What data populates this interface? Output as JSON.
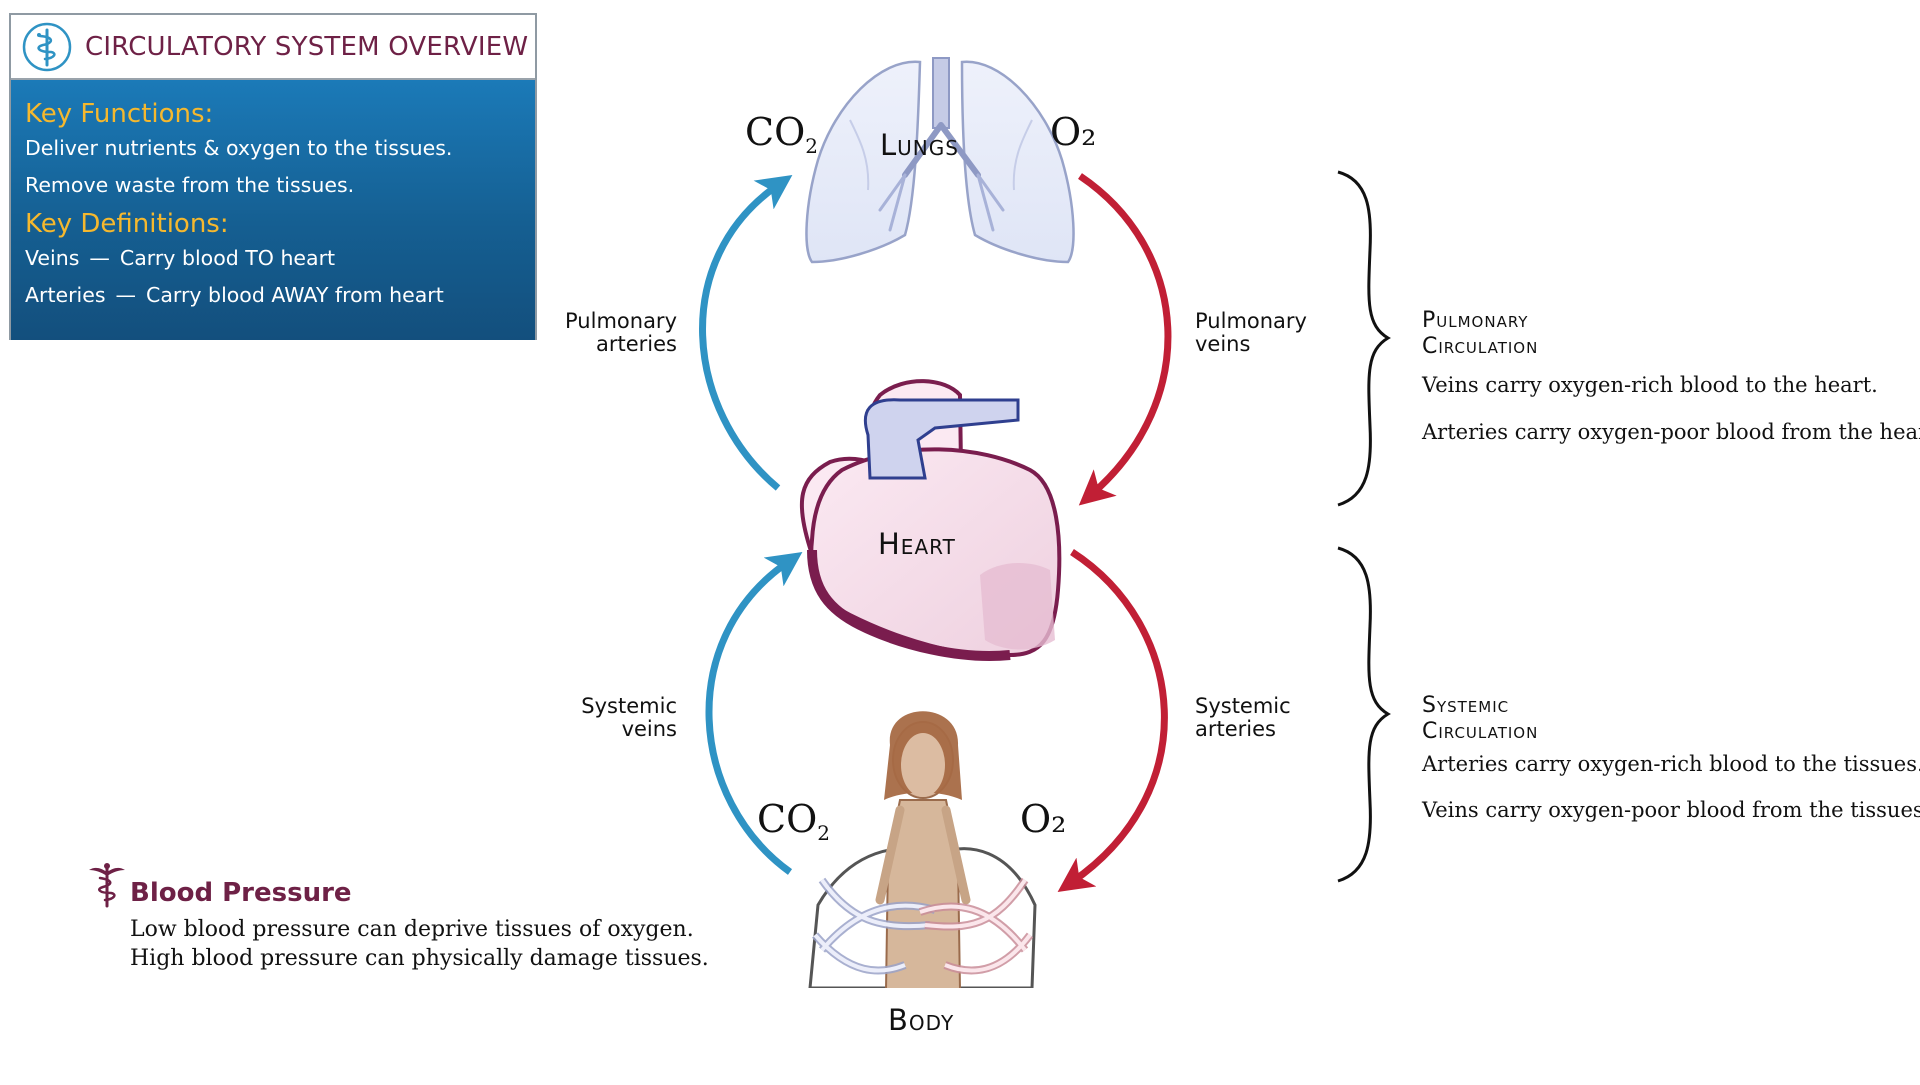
{
  "info_box": {
    "title": "CIRCULATORY SYSTEM OVERVIEW",
    "logo_icon": "rod-of-asclepius-icon",
    "key_functions_heading": "Key Functions:",
    "functions": [
      "Deliver nutrients & oxygen to the tissues.",
      "Remove waste from the tissues."
    ],
    "key_definitions_heading": "Key Definitions:",
    "definitions": [
      {
        "term": "Veins",
        "dash": "—",
        "definition": "Carry blood TO heart"
      },
      {
        "term": "Arteries",
        "dash": "—",
        "definition": "Carry blood AWAY from heart"
      }
    ]
  },
  "blood_pressure": {
    "icon": "caduceus-icon",
    "title": "Blood Pressure",
    "lines": [
      "Low blood pressure can deprive tissues of oxygen.",
      "High blood pressure can physically damage tissues."
    ]
  },
  "organs": {
    "lungs": "Lungs",
    "heart": "Heart",
    "body": "Body"
  },
  "gases": {
    "top_left": {
      "main": "CO",
      "sub": "2"
    },
    "top_right": "O₂",
    "bottom_left": {
      "main": "CO",
      "sub": "2"
    },
    "bottom_right": "O₂"
  },
  "vessels": {
    "pulmonary_arteries": [
      "Pulmonary",
      "arteries"
    ],
    "pulmonary_veins": [
      "Pulmonary",
      "veins"
    ],
    "systemic_veins": [
      "Systemic",
      "veins"
    ],
    "systemic_arteries": [
      "Systemic",
      "arteries"
    ]
  },
  "pulmonary_circulation": {
    "title_line1": "Pulmonary",
    "title_line2": "Circulation",
    "lines": [
      "Veins carry oxygen-rich blood to the heart.",
      "Arteries carry oxygen-poor blood from the heart."
    ]
  },
  "systemic_circulation": {
    "title_line1": "Systemic",
    "title_line2": "Circulation",
    "lines": [
      "Arteries carry oxygen-rich blood to the tissues.",
      "Veins carry oxygen-poor blood from the tissues."
    ]
  },
  "colors": {
    "artery_red": "#c11f35",
    "vein_blue": "#2f93c4",
    "heart_outline": "#7a1d4e",
    "brand": "#6e2146",
    "heading_gold": "#f5b82e",
    "info_blue": "#1b6ea6"
  }
}
